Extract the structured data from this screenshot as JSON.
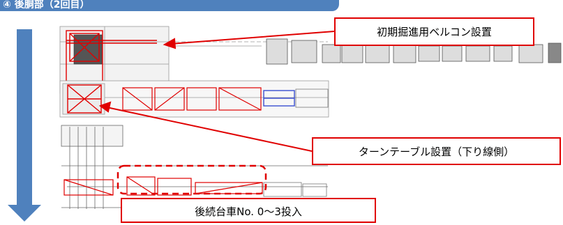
{
  "header": {
    "title": "④ 後胴部（2回目）"
  },
  "callouts": {
    "bellcon": "初期掘進用ベルコン設置",
    "turntable": "ターンテーブル設置（下り線側）",
    "trailer": "後続台車No. 0～3投入"
  },
  "colors": {
    "accent": "#4f81bd",
    "callout_border": "#e00000",
    "highlight": "#e00000",
    "conveyor": "#3a4fd0"
  }
}
